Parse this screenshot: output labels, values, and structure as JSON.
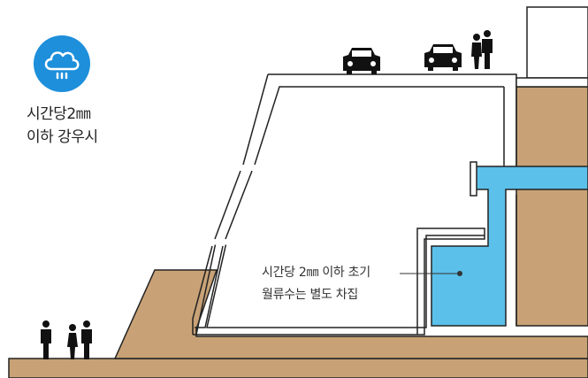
{
  "caption": {
    "line1": "시간당2㎜",
    "line2": "이하 강우시"
  },
  "note": {
    "line1": "시간당 2㎜ 이하 초기",
    "line2": "월류수는 별도 차집"
  },
  "icons": {
    "weather": "rain-cloud-icon",
    "vehicle": "car-icon",
    "people": "person-icon"
  },
  "colors": {
    "soil": "#c8a276",
    "water": "#5bc0ea",
    "badge": "#1d8fdb",
    "outline": "#222222"
  }
}
